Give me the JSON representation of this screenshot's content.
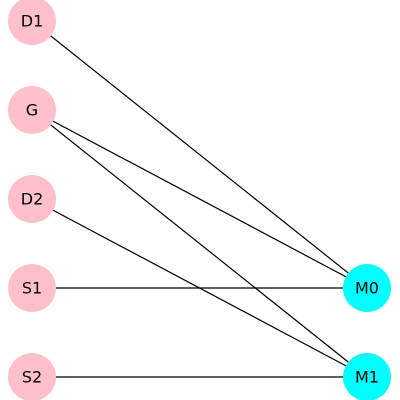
{
  "graph": {
    "colors": {
      "left_nodes": "#ffc0cb",
      "right_nodes": "#00ffff",
      "edges": "#000000"
    },
    "nodes": [
      {
        "id": "D1",
        "label": "D1",
        "group": "left"
      },
      {
        "id": "G",
        "label": "G",
        "group": "left"
      },
      {
        "id": "D2",
        "label": "D2",
        "group": "left"
      },
      {
        "id": "S1",
        "label": "S1",
        "group": "left"
      },
      {
        "id": "S2",
        "label": "S2",
        "group": "left"
      },
      {
        "id": "M0",
        "label": "M0",
        "group": "right"
      },
      {
        "id": "M1",
        "label": "M1",
        "group": "right"
      }
    ],
    "edges": [
      {
        "source": "D1",
        "target": "M0"
      },
      {
        "source": "G",
        "target": "M0"
      },
      {
        "source": "G",
        "target": "M1"
      },
      {
        "source": "D2",
        "target": "M1"
      },
      {
        "source": "S1",
        "target": "M0"
      },
      {
        "source": "S2",
        "target": "M1"
      }
    ]
  }
}
